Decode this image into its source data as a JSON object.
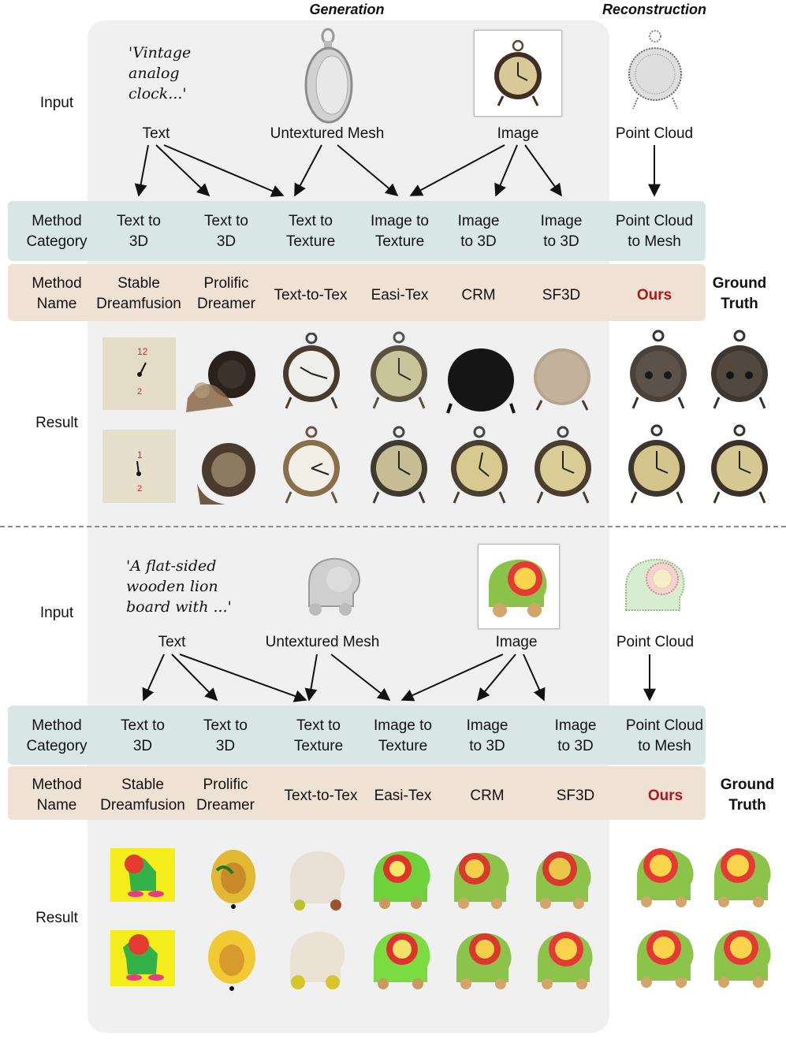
{
  "header": {
    "generation": "Generation",
    "reconstruction": "Reconstruction"
  },
  "row_labels": {
    "input": "Input",
    "method_category": [
      "Method",
      "Category"
    ],
    "method_name": [
      "Method",
      "Name"
    ],
    "result": "Result"
  },
  "panel1": {
    "prompt": [
      "'Vintage",
      "analog",
      "clock...'"
    ],
    "inputs": {
      "text": "Text",
      "mesh": "Untextured Mesh",
      "image": "Image",
      "pointcloud": "Point Cloud"
    },
    "categories": [
      [
        "Text to",
        "3D"
      ],
      [
        "Text to",
        "3D"
      ],
      [
        "Text to",
        "Texture"
      ],
      [
        "Image to",
        "Texture"
      ],
      [
        "Image",
        "to 3D"
      ],
      [
        "Image",
        "to 3D"
      ],
      [
        "Point Cloud",
        "to Mesh"
      ]
    ],
    "names": [
      [
        "Stable",
        "Dreamfusion"
      ],
      [
        "Prolific",
        "Dreamer"
      ],
      [
        "Text-to-Tex"
      ],
      [
        "Easi-Tex"
      ],
      [
        "CRM"
      ],
      [
        "SF3D"
      ],
      [
        "Ours"
      ]
    ],
    "ground_truth": [
      "Ground",
      "Truth"
    ]
  },
  "panel2": {
    "prompt": [
      "'A flat-sided",
      "wooden lion",
      "board with ...'"
    ],
    "inputs": {
      "text": "Text",
      "mesh": "Untextured Mesh",
      "image": "Image",
      "pointcloud": "Point Cloud"
    },
    "categories": [
      [
        "Text to",
        "3D"
      ],
      [
        "Text to",
        "3D"
      ],
      [
        "Text to",
        "Texture"
      ],
      [
        "Image to",
        "Texture"
      ],
      [
        "Image",
        "to 3D"
      ],
      [
        "Image",
        "to 3D"
      ],
      [
        "Point Cloud",
        "to Mesh"
      ]
    ],
    "names": [
      [
        "Stable",
        "Dreamfusion"
      ],
      [
        "Prolific",
        "Dreamer"
      ],
      [
        "Text-to-Tex"
      ],
      [
        "Easi-Tex"
      ],
      [
        "CRM"
      ],
      [
        "SF3D"
      ],
      [
        "Ours"
      ]
    ],
    "ground_truth": [
      "Ground",
      "Truth"
    ]
  },
  "colors": {
    "ours": "#b01818",
    "category_band": "#d9e6e6",
    "name_band": "#f0e1d5",
    "panel": "#f0f0f0"
  }
}
